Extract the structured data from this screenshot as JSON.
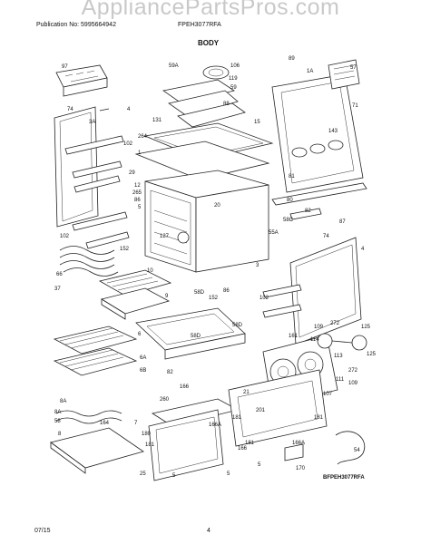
{
  "watermark": "AppliancePartsPros.com",
  "header": {
    "publication": "Publication No: 5995664942",
    "model": "FPEH3077RFA",
    "section": "BODY"
  },
  "footer": {
    "date": "07/15",
    "page": "4"
  },
  "diagram_code": "BFPEH3077RFA",
  "callouts": [
    "97",
    "59A",
    "106",
    "119",
    "59",
    "89",
    "1A",
    "57",
    "74",
    "3A",
    "4",
    "131",
    "264",
    "88",
    "15",
    "71",
    "143",
    "102",
    "1",
    "29",
    "12",
    "265",
    "86",
    "5",
    "20",
    "102",
    "127",
    "81",
    "80",
    "82",
    "58C",
    "87",
    "55A",
    "74",
    "152",
    "4",
    "66",
    "10",
    "3",
    "37",
    "152",
    "86",
    "9",
    "58D",
    "58D",
    "102",
    "6",
    "58D",
    "8A",
    "82",
    "6A",
    "6B",
    "109",
    "272",
    "125",
    "161",
    "114",
    "125",
    "113",
    "272",
    "111",
    "109",
    "107",
    "8A",
    "166",
    "260",
    "166A",
    "21",
    "58",
    "181",
    "201",
    "181",
    "7",
    "180",
    "181",
    "166A",
    "164",
    "8",
    "5",
    "181",
    "54",
    "25",
    "5",
    "166",
    "5",
    "170"
  ]
}
